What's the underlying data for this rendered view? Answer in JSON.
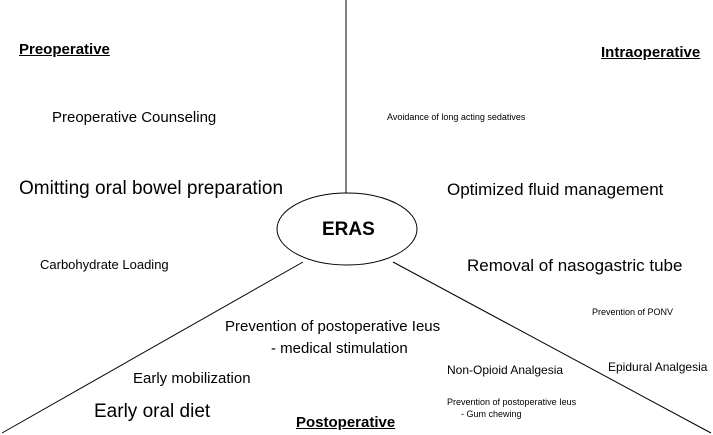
{
  "center": {
    "label": "ERAS"
  },
  "sections": {
    "preoperative": {
      "heading": "Preoperative",
      "items": [
        "Preoperative Counseling",
        "Omitting oral bowel preparation",
        "Carbohydrate Loading"
      ]
    },
    "intraoperative": {
      "heading": "Intraoperative",
      "items": [
        "Avoidance of long acting sedatives",
        "Optimized fluid management",
        "Removal of nasogastric tube",
        "Prevention of PONV",
        "Epidural Analgesia"
      ]
    },
    "postoperative": {
      "heading": "Postoperative",
      "items": [
        "Prevention of postoperative Ieus",
        "- medical stimulation",
        "Early mobilization",
        "Early oral diet",
        "Non-Opioid Analgesia",
        "Prevention of postoperative Ieus",
        "- Gum chewing"
      ]
    }
  },
  "colors": {
    "line": "#000000",
    "text": "#000000",
    "background": "#ffffff"
  }
}
